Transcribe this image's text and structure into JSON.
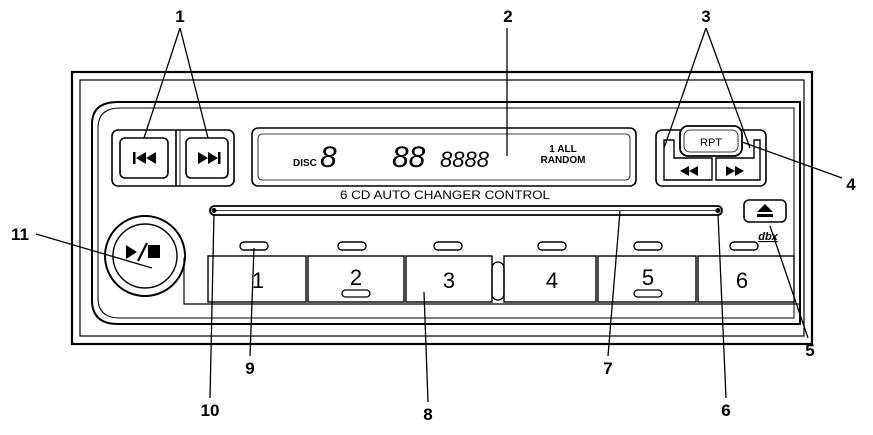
{
  "display": {
    "disc_label": "DISC",
    "disc_digit": "8",
    "track_digits": "88",
    "time_digits": "8888",
    "mode_line1": "1 ALL",
    "mode_line2": "RANDOM"
  },
  "panel_title": "6 CD AUTO CHANGER CONTROL",
  "buttons": {
    "rpt_label": "RPT",
    "preset_labels": [
      "1",
      "2",
      "3",
      "4",
      "5",
      "6"
    ],
    "brand_mark": "dbx"
  },
  "callouts": {
    "c1": "1",
    "c2": "2",
    "c3": "3",
    "c4": "4",
    "c5": "5",
    "c6": "6",
    "c7": "7",
    "c8": "8",
    "c9": "9",
    "c10": "10",
    "c11": "11"
  }
}
